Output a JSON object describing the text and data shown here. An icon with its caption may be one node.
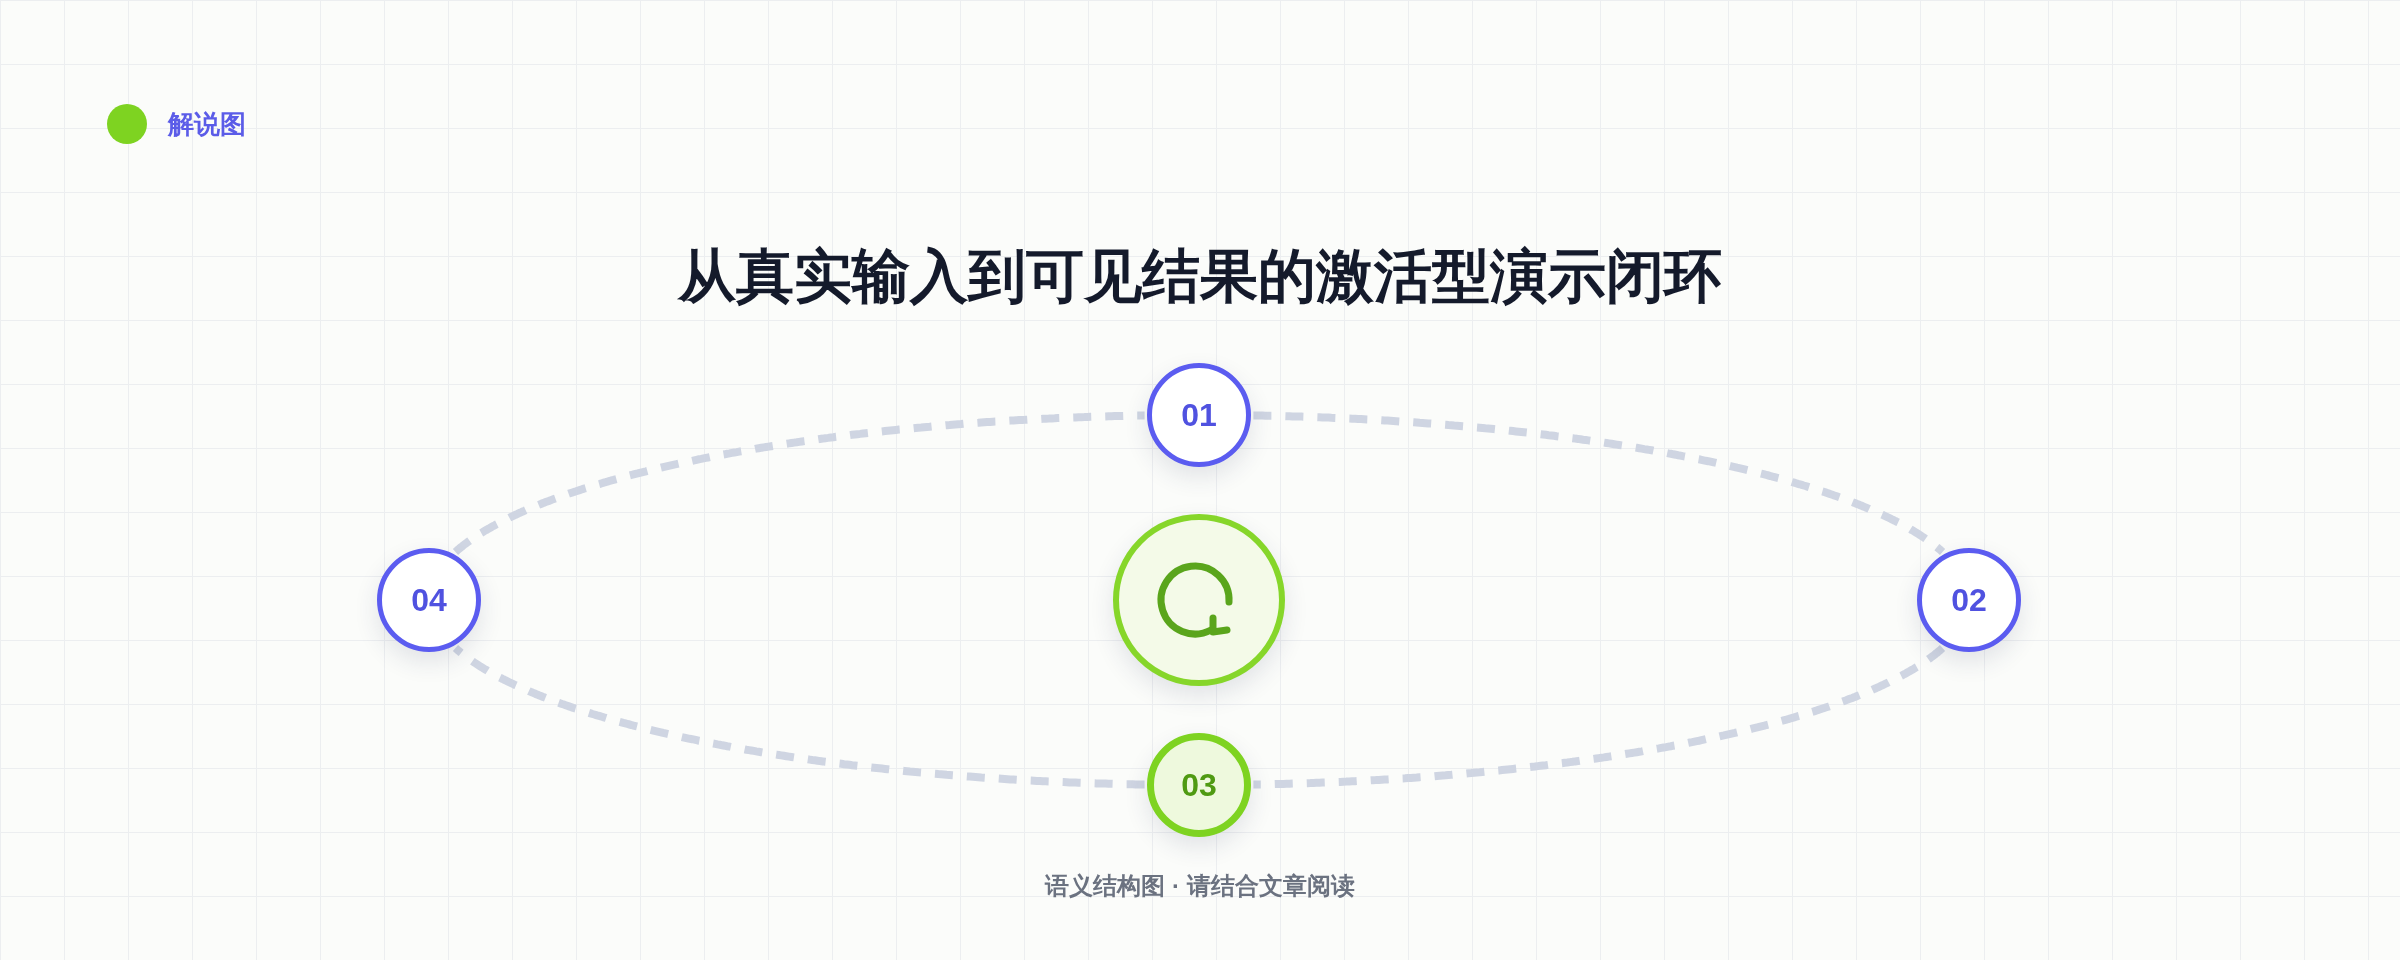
{
  "diagram": {
    "title": "从真实输入到可见结果的激活型演示闭环",
    "caption": "语义结构图 · 请结合文章阅读",
    "labels": [
      "解说图"
    ],
    "nodes": [
      {
        "text": [
          "01"
        ]
      },
      {
        "text": [
          "02"
        ]
      },
      {
        "text": [
          "03"
        ]
      },
      {
        "text": [
          "04"
        ]
      },
      {
        "text": [],
        "shape": "circle"
      }
    ],
    "edges": [
      {
        "from": 0,
        "to": 1,
        "arrow": "none",
        "style": "dashed"
      },
      {
        "from": 1,
        "to": 2,
        "arrow": "none",
        "style": "dashed"
      },
      {
        "from": 2,
        "to": 3,
        "arrow": "none",
        "style": "dashed"
      },
      {
        "from": 3,
        "to": 0,
        "arrow": "none",
        "style": "dashed"
      }
    ]
  }
}
